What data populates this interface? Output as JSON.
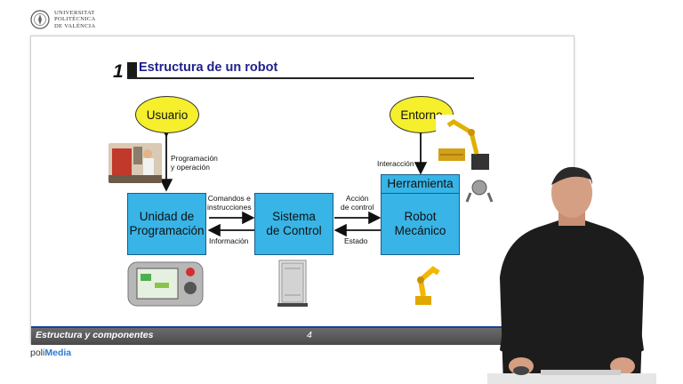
{
  "branding": {
    "university_lines": [
      "UNIVERSITAT",
      "POLITÈCNICA",
      "DE VALÈNCIA"
    ],
    "player_prefix": "poli",
    "player_suffix": "Media"
  },
  "slide": {
    "number_mark": "1",
    "title": "Estructura de un robot",
    "nodes": {
      "usuario": "Usuario",
      "entorno": "Entorno",
      "herramienta": "Herramienta",
      "unidad_line1": "Unidad de",
      "unidad_line2": "Programación",
      "sistema_line1": "Sistema",
      "sistema_line2": "de Control",
      "robot_line1": "Robot",
      "robot_line2": "Mecánico"
    },
    "labels": {
      "programacion_line1": "Programación",
      "programacion_line2": "y operación",
      "comandos_line1": "Comandos e",
      "comandos_line2": "instrucciones",
      "informacion": "Información",
      "accion_line1": "Acción",
      "accion_line2": "de control",
      "estado": "Estado",
      "interaccion": "Interacción"
    },
    "footer": {
      "section": "Estructura y componentes",
      "page": "4"
    }
  },
  "colors": {
    "ellipse_fill": "#f5ef2c",
    "box_fill": "#38b4e6",
    "title_color": "#1f1f8c",
    "footer_rule": "#1a3fa0"
  }
}
